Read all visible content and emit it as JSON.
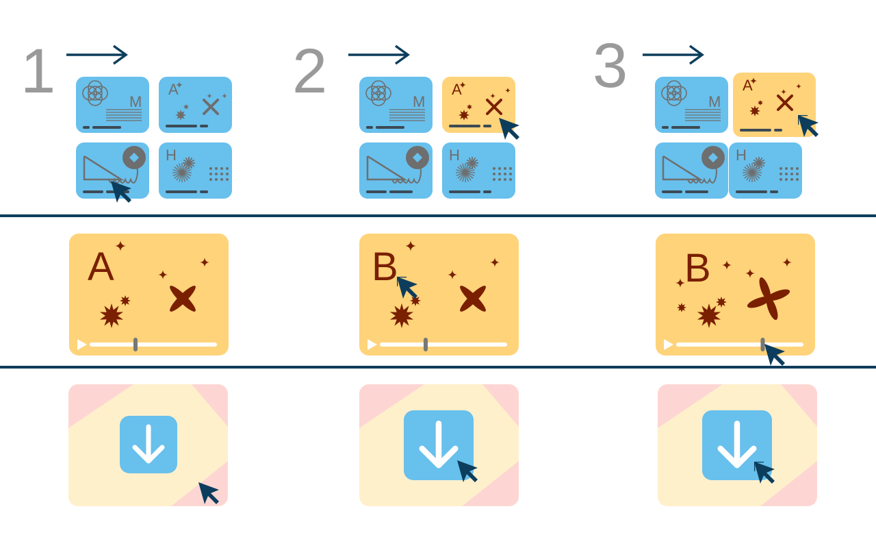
{
  "colors": {
    "tile_blue": "#68c0ec",
    "tile_highlight": "#fed37a",
    "icon_gray": "#6e6e6e",
    "panel_bg": "#fed37a",
    "panel_ink": "#7a1f00",
    "navy": "#0d3d5c",
    "number_gray": "#9a9a9a",
    "download_card": "#fff0cc",
    "download_corner": "#fdd6d3",
    "download_button": "#68c0ec"
  },
  "steps": [
    {
      "number": "1",
      "tiles": [
        {
          "letter": "M",
          "highlighted": false
        },
        {
          "letter": "A",
          "highlighted": false
        },
        {
          "letter": "",
          "highlighted": false
        },
        {
          "letter": "H",
          "highlighted": false
        }
      ],
      "panel": {
        "letter": "A",
        "shape": "x",
        "progress": 0.36,
        "playing": false
      },
      "download": {
        "clicked": false
      }
    },
    {
      "number": "2",
      "tiles": [
        {
          "letter": "M",
          "highlighted": false
        },
        {
          "letter": "A",
          "highlighted": true
        },
        {
          "letter": "",
          "highlighted": false
        },
        {
          "letter": "H",
          "highlighted": false
        }
      ],
      "panel": {
        "letter": "B",
        "shape": "x",
        "progress": 0.36,
        "playing": false
      },
      "download": {
        "clicked": false
      }
    },
    {
      "number": "3",
      "tiles": [
        {
          "letter": "M",
          "highlighted": false
        },
        {
          "letter": "A",
          "highlighted": true
        },
        {
          "letter": "",
          "highlighted": false
        },
        {
          "letter": "H",
          "highlighted": false
        }
      ],
      "panel": {
        "letter": "B",
        "shape": "propeller",
        "progress": 0.68,
        "playing": false
      },
      "download": {
        "clicked": true
      }
    }
  ],
  "icons": {
    "arrow": "right-arrow-icon",
    "cursor": "mouse-pointer-icon",
    "click": "click-burst-icon",
    "play": "play-icon",
    "download": "download-arrow-icon"
  }
}
